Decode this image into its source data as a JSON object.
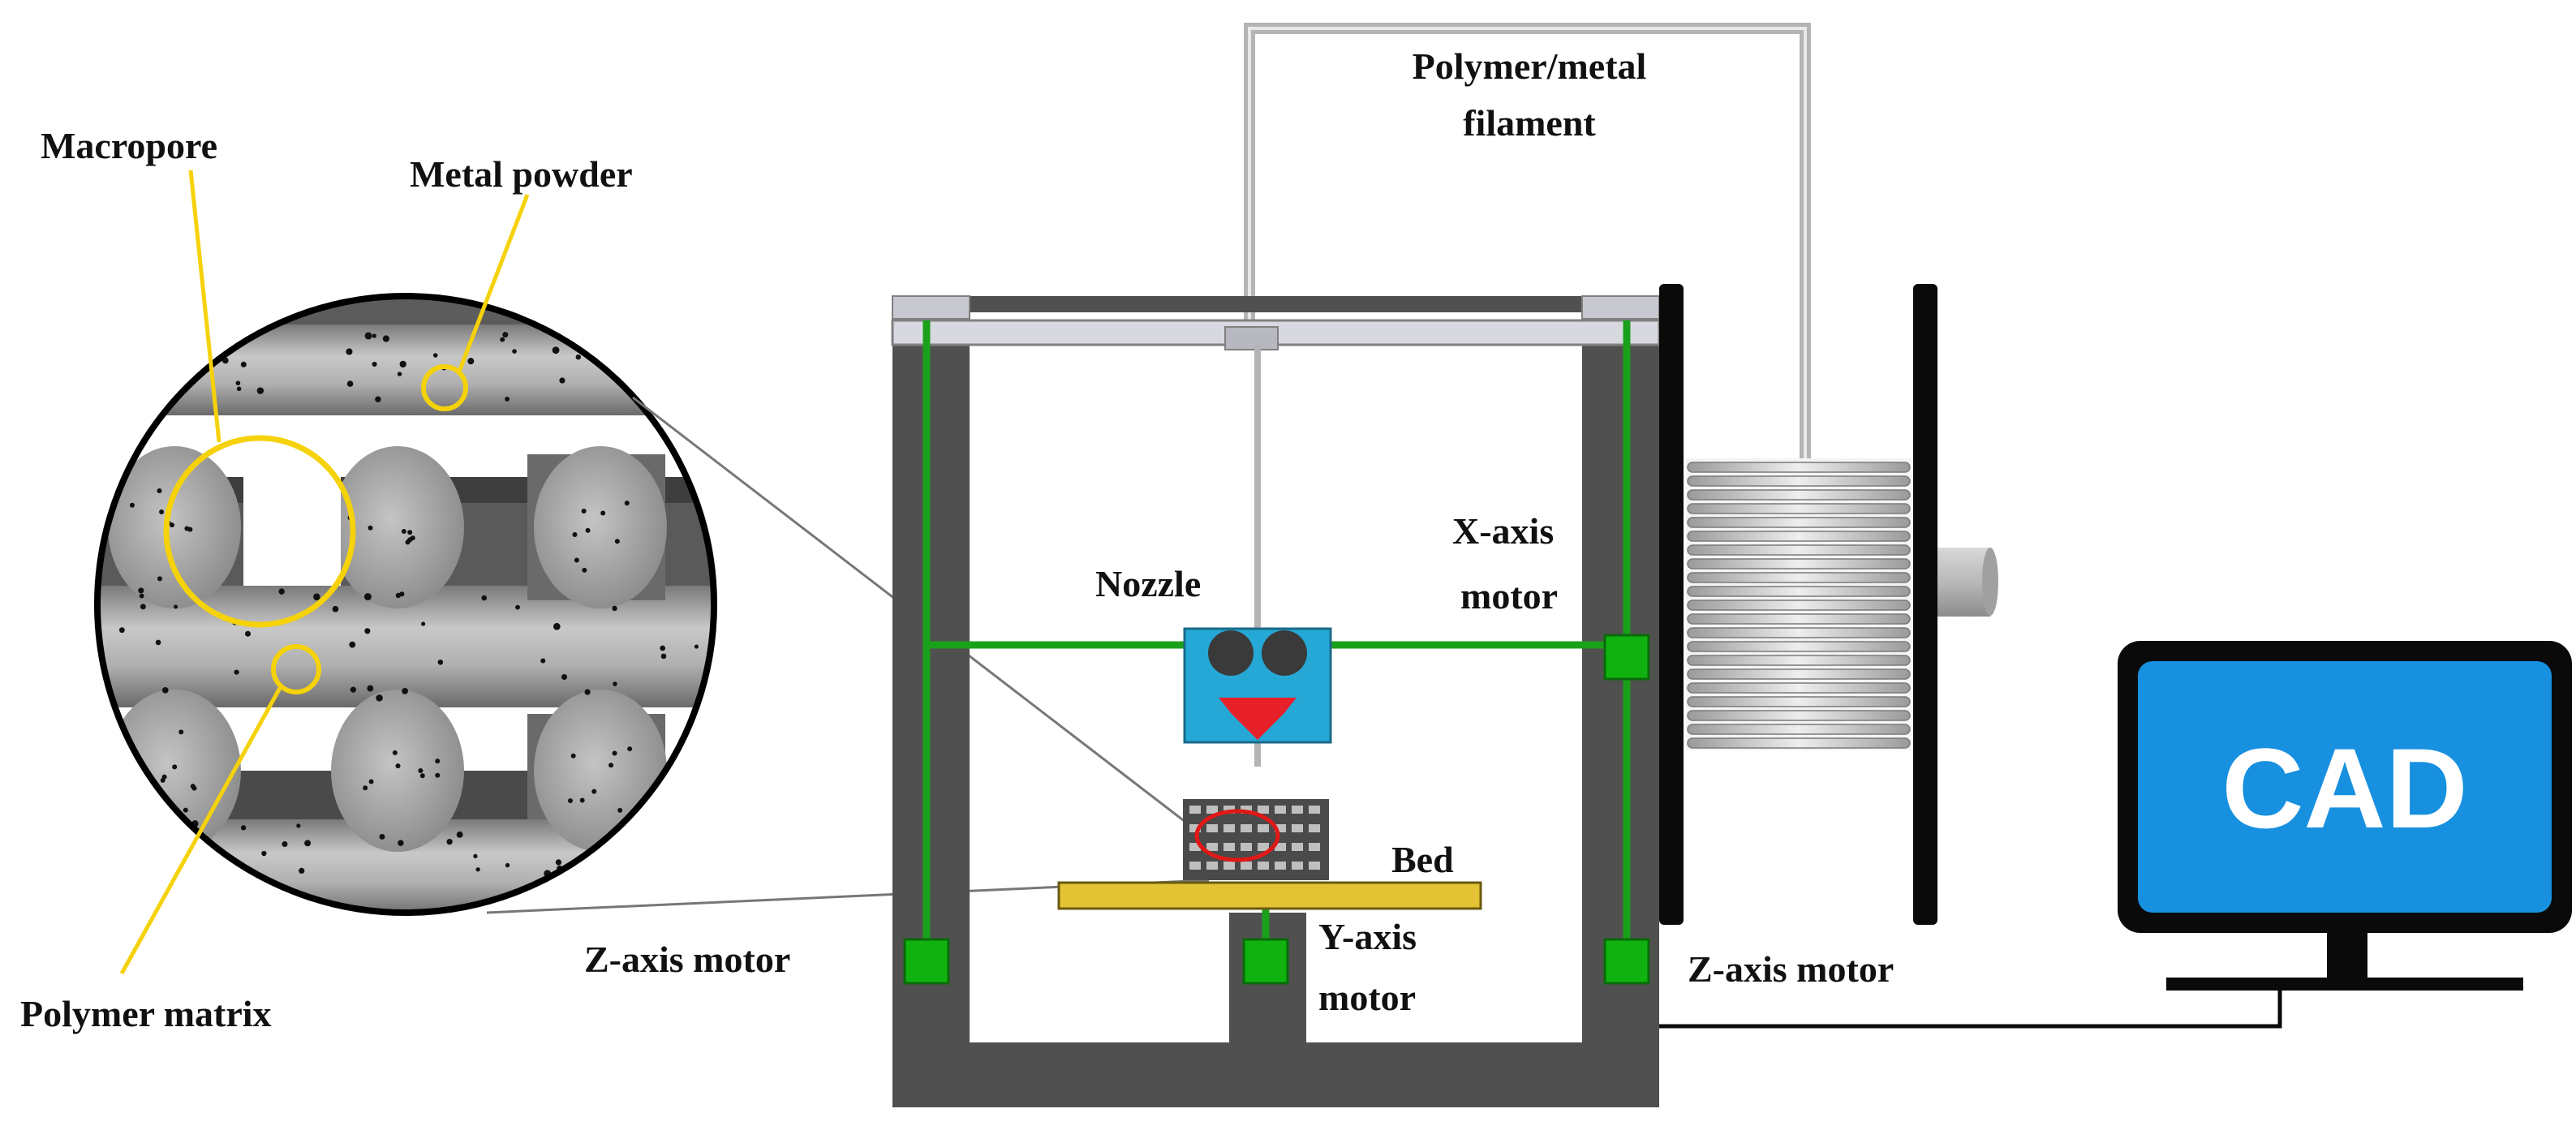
{
  "labels": {
    "macropore": "Macropore",
    "metal_powder": "Metal powder",
    "polymer_matrix": "Polymer matrix",
    "filament_line1": "Polymer/metal",
    "filament_line2": "filament",
    "nozzle": "Nozzle",
    "x_motor_line1": "X-axis",
    "x_motor_line2": "motor",
    "bed": "Bed",
    "z_motor_left": "Z-axis motor",
    "y_motor_line1": "Y-axis",
    "y_motor_line2": "motor",
    "z_motor_right": "Z-axis motor",
    "cad": "CAD"
  },
  "colors": {
    "frame": "#505050",
    "rail": "#1aa01a",
    "motor": "#0fb20f",
    "nozzle_body": "#25a8d6",
    "nozzle_tip": "#e8202a",
    "bed": "#e3c233",
    "highlight": "#f5d20a",
    "sample_marker": "#e01818",
    "monitor_frame": "#0a0a0a",
    "monitor_screen": "#1890e0",
    "filament_tube": "#b4b4b4",
    "rod": "#9a9a9a"
  },
  "icons": {
    "spool": "filament-spool-icon",
    "monitor": "computer-monitor-icon"
  }
}
